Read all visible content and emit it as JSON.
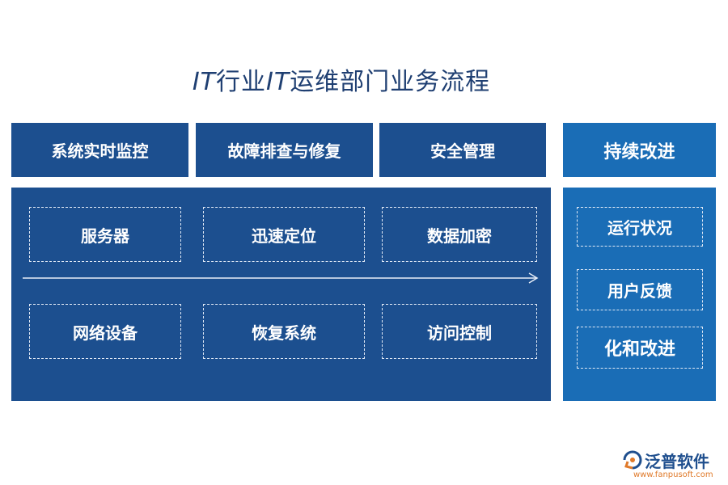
{
  "title": {
    "part1": "IT",
    "part2": "行业",
    "part3": "IT",
    "part4": "运维部门业务流程"
  },
  "headers": [
    {
      "label": "系统实时监控"
    },
    {
      "label": "故障排查与修复"
    },
    {
      "label": "安全管理"
    },
    {
      "label": "持续改进"
    }
  ],
  "main_items": [
    {
      "label": "服务器"
    },
    {
      "label": "迅速定位"
    },
    {
      "label": "数据加密"
    },
    {
      "label": "网络设备"
    },
    {
      "label": "恢复系统"
    },
    {
      "label": "访问控制"
    }
  ],
  "side_items": [
    {
      "label": "运行状况"
    },
    {
      "label": "用户反馈"
    },
    {
      "label": "化和改进"
    }
  ],
  "logo": {
    "brand": "泛普软件",
    "url": "www.fanpusoft.com"
  },
  "colors": {
    "title": "#1f3f72",
    "dark_blue": "#1c4f8f",
    "light_blue": "#1a6db6",
    "logo_orange": "#e07a2a"
  }
}
